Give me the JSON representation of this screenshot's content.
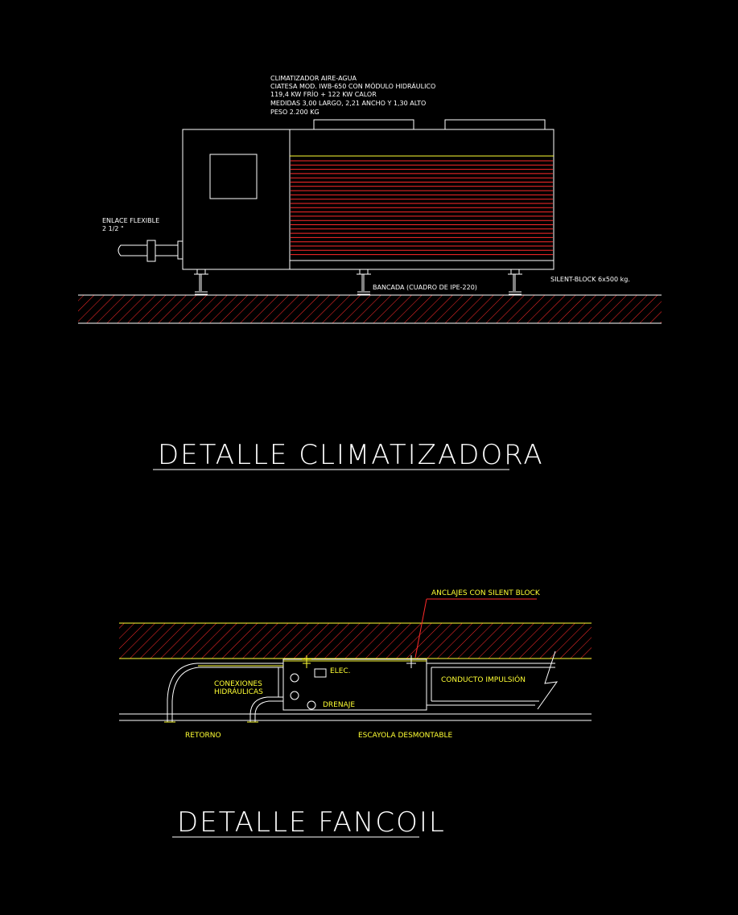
{
  "climatizadora": {
    "spec_lines": [
      "CLIMATIZADOR AIRE-AGUA",
      "CIATESA MOD. IWB-650  CON MÓDULO HIDRÁULICO",
      "119,4 KW FRÍO + 122 KW CALOR",
      "MEDIDAS 3,00 LARGO, 2,21 ANCHO Y 1,30 ALTO",
      "PESO 2.200 KG"
    ],
    "flexible_label": [
      "ENLACE FLEXIBLE",
      "2 1/2 \""
    ],
    "silent_block_label": "SILENT-BLOCK 6x500 kg.",
    "bancada_label": "BANCADA (CUADRO DE IPE-220)",
    "title": "DETALLE CLIMATIZADORA"
  },
  "fancoil": {
    "anclajes_label": "ANCLAJES CON SILENT BLOCK",
    "elec_label": "ELEC.",
    "conexiones_label": [
      "CONEXIONES",
      "HIDRÁULICAS"
    ],
    "conducto_label": "CONDUCTO IMPULSIÓN",
    "drenaje_label": "DRENAJE",
    "retorno_label": "RETORNO",
    "escayola_label": "ESCAYOLA DESMONTABLE",
    "title": "DETALLE FANCOIL"
  },
  "colors": {
    "background": "#000000",
    "line_white": "#ffffff",
    "line_yellow": "#ffff33",
    "hatch_red": "#ff2a2a"
  }
}
